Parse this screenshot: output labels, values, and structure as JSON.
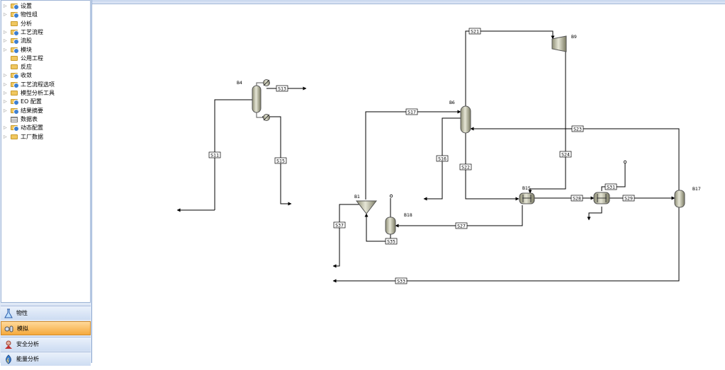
{
  "sidebar": {
    "tree": [
      {
        "label": "设置",
        "expandable": true,
        "icon": "folder-blue"
      },
      {
        "label": "物性组",
        "expandable": true,
        "icon": "folder-blue"
      },
      {
        "label": "分析",
        "expandable": false,
        "icon": "folder"
      },
      {
        "label": "工艺流程",
        "expandable": true,
        "icon": "folder-blue"
      },
      {
        "label": "流股",
        "expandable": true,
        "icon": "folder-blue"
      },
      {
        "label": "模块",
        "expandable": true,
        "icon": "folder-blue"
      },
      {
        "label": "公用工程",
        "expandable": false,
        "icon": "folder"
      },
      {
        "label": "反应",
        "expandable": false,
        "icon": "folder"
      },
      {
        "label": "收敛",
        "expandable": true,
        "icon": "folder-blue"
      },
      {
        "label": "工艺流程选项",
        "expandable": true,
        "icon": "folder-blue"
      },
      {
        "label": "模型分析工具",
        "expandable": true,
        "icon": "folder"
      },
      {
        "label": "EO 配置",
        "expandable": true,
        "icon": "folder-blue"
      },
      {
        "label": "结果摘要",
        "expandable": true,
        "icon": "folder-blue"
      },
      {
        "label": "数据表",
        "expandable": false,
        "icon": "table"
      },
      {
        "label": "动态配置",
        "expandable": true,
        "icon": "folder-blue"
      },
      {
        "label": "工厂数据",
        "expandable": true,
        "icon": "folder"
      }
    ],
    "nav": [
      {
        "label": "物性",
        "icon": "flask-icon",
        "active": false
      },
      {
        "label": "模拟",
        "icon": "simulation-icon",
        "active": true
      },
      {
        "label": "安全分析",
        "icon": "safety-icon",
        "active": false
      },
      {
        "label": "能量分析",
        "icon": "energy-icon",
        "active": false
      }
    ]
  },
  "flowsheet": {
    "blocks": {
      "B4": "B4",
      "B6": "B6",
      "B9": "B9",
      "B1": "B1",
      "B18": "B18",
      "B15": "B15",
      "B17": "B17"
    },
    "streams": {
      "S13": "S13",
      "S11": "S11",
      "S15": "S15",
      "S21": "S21",
      "S17": "S17",
      "S23": "S23",
      "S16": "S16",
      "S22": "S22",
      "S24": "S24",
      "S28": "S28",
      "S31": "S31",
      "S29": "S29",
      "S27": "S27",
      "S37": "S37",
      "S35": "S35",
      "S33": "S33"
    }
  },
  "colors": {
    "accent_orange": "#f5a93c",
    "panel_blue": "#dfe8f6",
    "equipment": "#b9b9a0"
  }
}
